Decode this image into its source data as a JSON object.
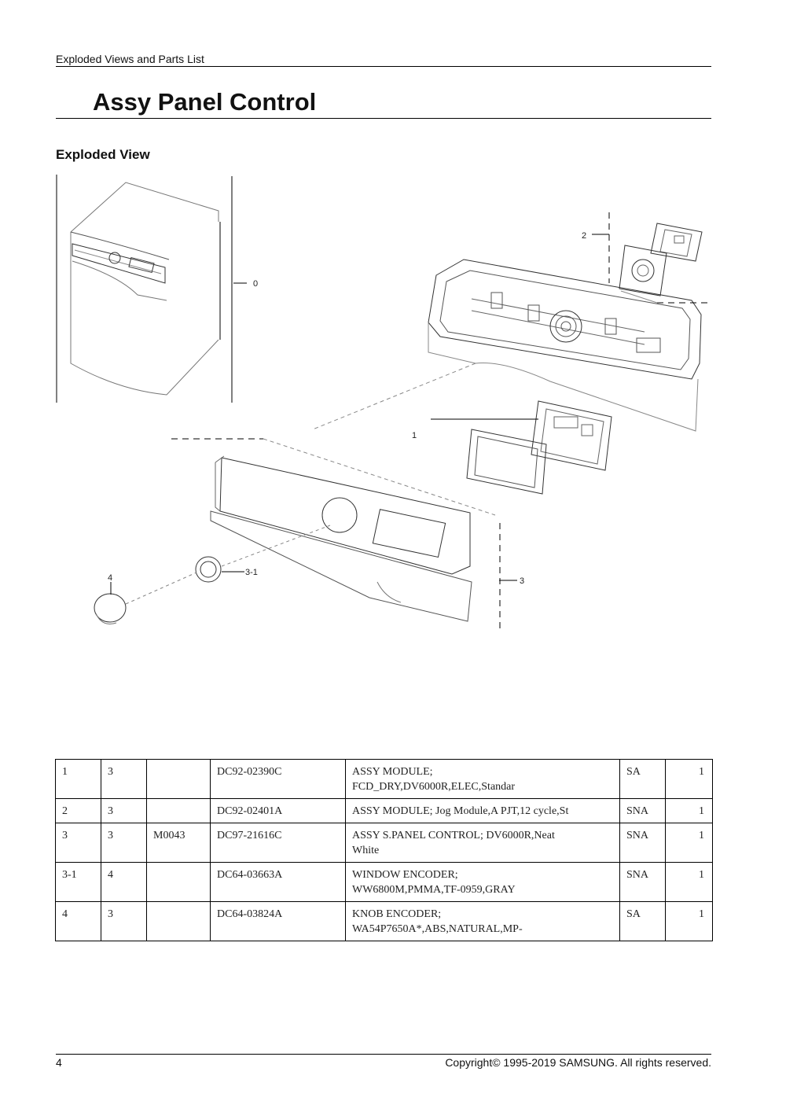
{
  "header": {
    "running_title": "Exploded Views and Parts List"
  },
  "title": "Assy Panel Control",
  "section": {
    "heading": "Exploded View"
  },
  "diagram": {
    "callouts": [
      "0",
      "1",
      "2",
      "3",
      "3-1",
      "4"
    ]
  },
  "parts": [
    {
      "no": "1",
      "level": "3",
      "location": "",
      "code": "DC92-02390C",
      "description": [
        "ASSY MODULE;",
        "FCD_DRY,DV6000R,ELEC,Standar"
      ],
      "sa": "SA",
      "qty": "1"
    },
    {
      "no": "2",
      "level": "3",
      "location": "",
      "code": "DC92-02401A",
      "description": [
        "ASSY MODULE; Jog Module,A PJT,12 cycle,St",
        ""
      ],
      "sa": "SNA",
      "qty": "1"
    },
    {
      "no": "3",
      "level": "3",
      "location": "M0043",
      "code": "DC97-21616C",
      "description": [
        "ASSY S.PANEL CONTROL; DV6000R,Neat",
        "White"
      ],
      "sa": "SNA",
      "qty": "1"
    },
    {
      "no": "3-1",
      "level": "4",
      "location": "",
      "code": "DC64-03663A",
      "description": [
        "WINDOW ENCODER;",
        "WW6800M,PMMA,TF-0959,GRAY"
      ],
      "sa": "SNA",
      "qty": "1"
    },
    {
      "no": "4",
      "level": "3",
      "location": "",
      "code": "DC64-03824A",
      "description": [
        "KNOB ENCODER;",
        "WA54P7650A*,ABS,NATURAL,MP-"
      ],
      "sa": "SA",
      "qty": "1"
    }
  ],
  "footer": {
    "page_number": "4",
    "copyright": "Copyright© 1995-2019 SAMSUNG. All rights reserved."
  }
}
